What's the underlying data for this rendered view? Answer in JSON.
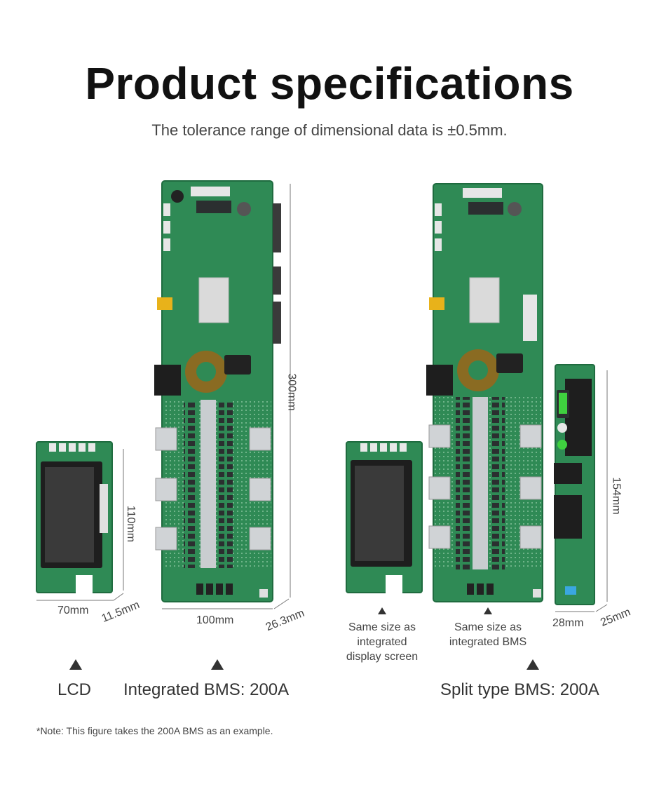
{
  "header": {
    "title": "Product specifications",
    "subtitle": "The tolerance range of dimensional data is ±0.5mm."
  },
  "dimensions": {
    "integrated_height": "300mm",
    "integrated_width": "100mm",
    "integrated_depth": "26.3mm",
    "lcd_height": "110mm",
    "lcd_width": "70mm",
    "lcd_depth": "11.5mm",
    "split_height": "154mm",
    "split_width": "28mm",
    "split_depth": "25mm"
  },
  "captions": {
    "display_line1": "Same size as",
    "display_line2": "integrated",
    "display_line3": "display screen",
    "bms_line1": "Same size as",
    "bms_line2": "integrated BMS"
  },
  "labels": {
    "lcd": "LCD",
    "integrated": "Integrated BMS: 200A",
    "split": "Split type BMS: 200A"
  },
  "footer": {
    "note": "*Note: This figure takes the 200A BMS as an example."
  },
  "colors": {
    "pcb_green": "#2f8a55",
    "pcb_dark": "#1f6b3f",
    "screen": "#2a2a2a",
    "metal": "#c9cdd0"
  }
}
